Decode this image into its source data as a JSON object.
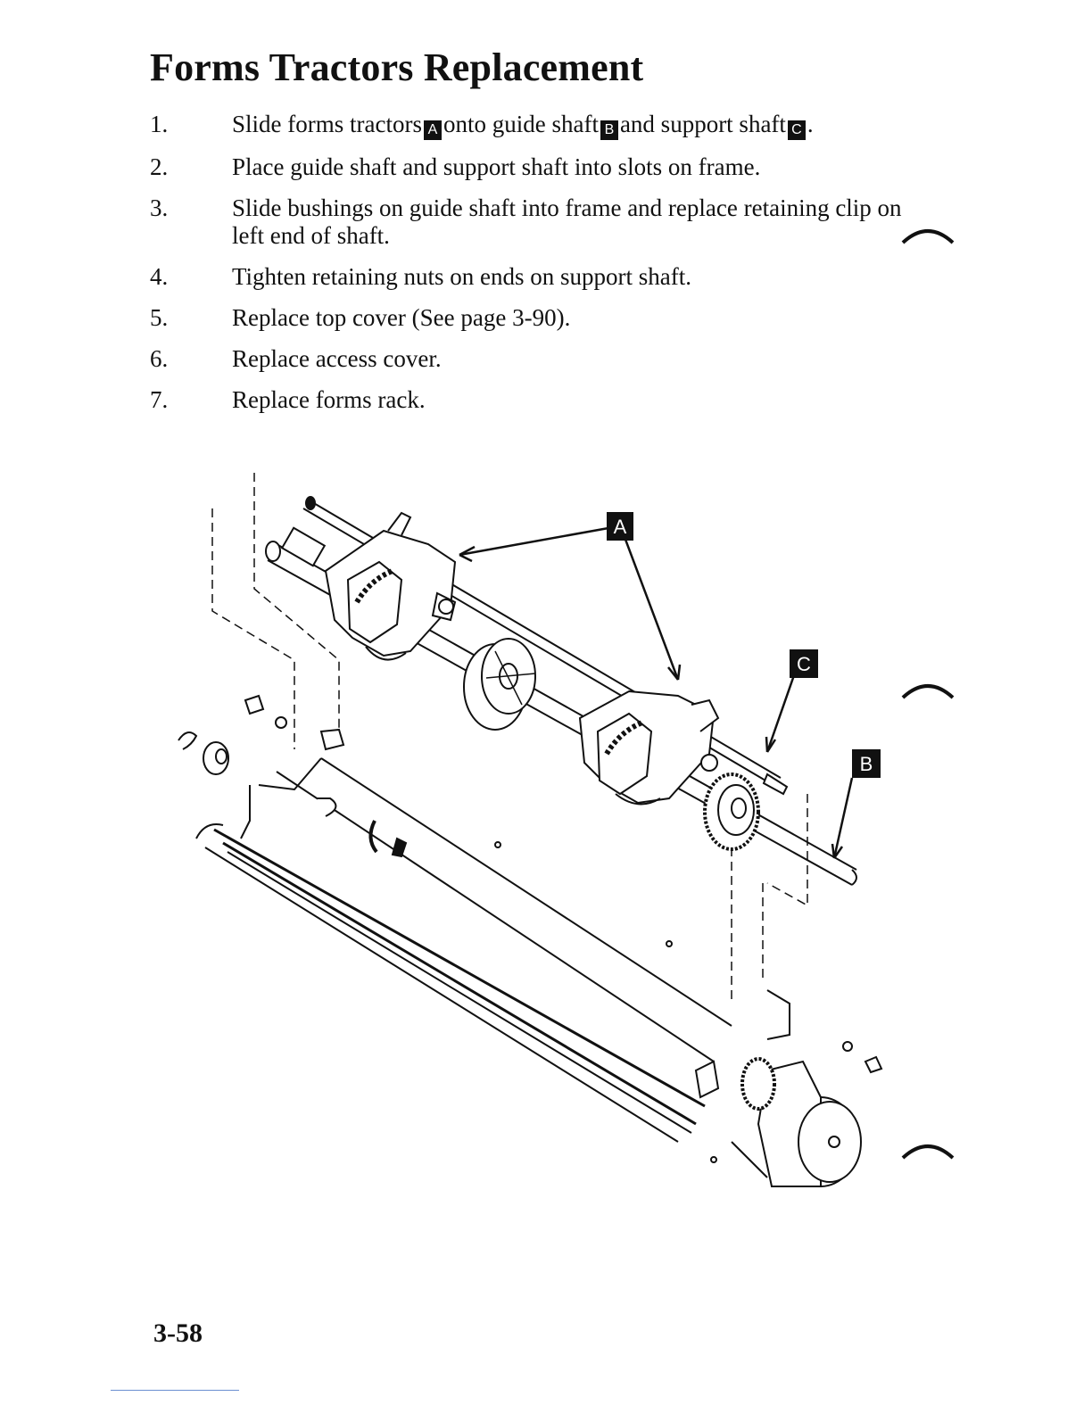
{
  "title": "Forms Tractors Replacement",
  "steps": [
    {
      "num": "1.",
      "parts": [
        "Slide forms tractors",
        "onto guide shaft",
        "and support shaft",
        "."
      ],
      "badges": [
        "A",
        "B",
        "C"
      ]
    },
    {
      "num": "2.",
      "text": "Place guide shaft and support shaft into slots on frame."
    },
    {
      "num": "3.",
      "text": "Slide bushings on guide shaft into frame and replace retaining clip on left end of shaft."
    },
    {
      "num": "4.",
      "text": "Tighten retaining nuts on ends on support shaft."
    },
    {
      "num": "5.",
      "text": "Replace top cover (See page 3-90)."
    },
    {
      "num": "6.",
      "text": "Replace access cover."
    },
    {
      "num": "7.",
      "text": "Replace forms rack."
    }
  ],
  "figure": {
    "callouts": [
      "A",
      "C",
      "B"
    ]
  },
  "page_number": "3-58"
}
